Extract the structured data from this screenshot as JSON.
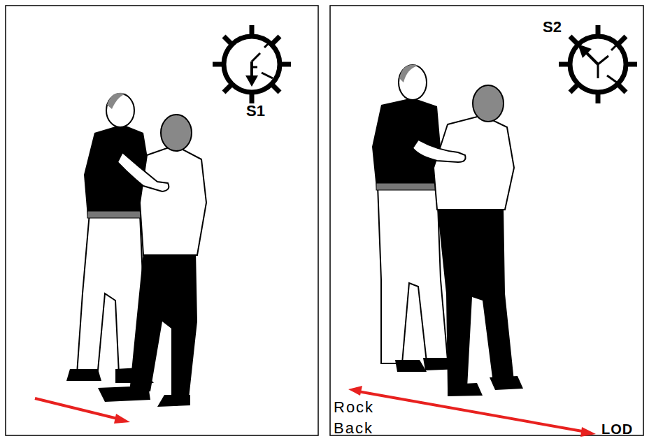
{
  "diagram": {
    "labels": [
      "S1",
      "S2",
      "Rock Back",
      "LOD"
    ]
  }
}
